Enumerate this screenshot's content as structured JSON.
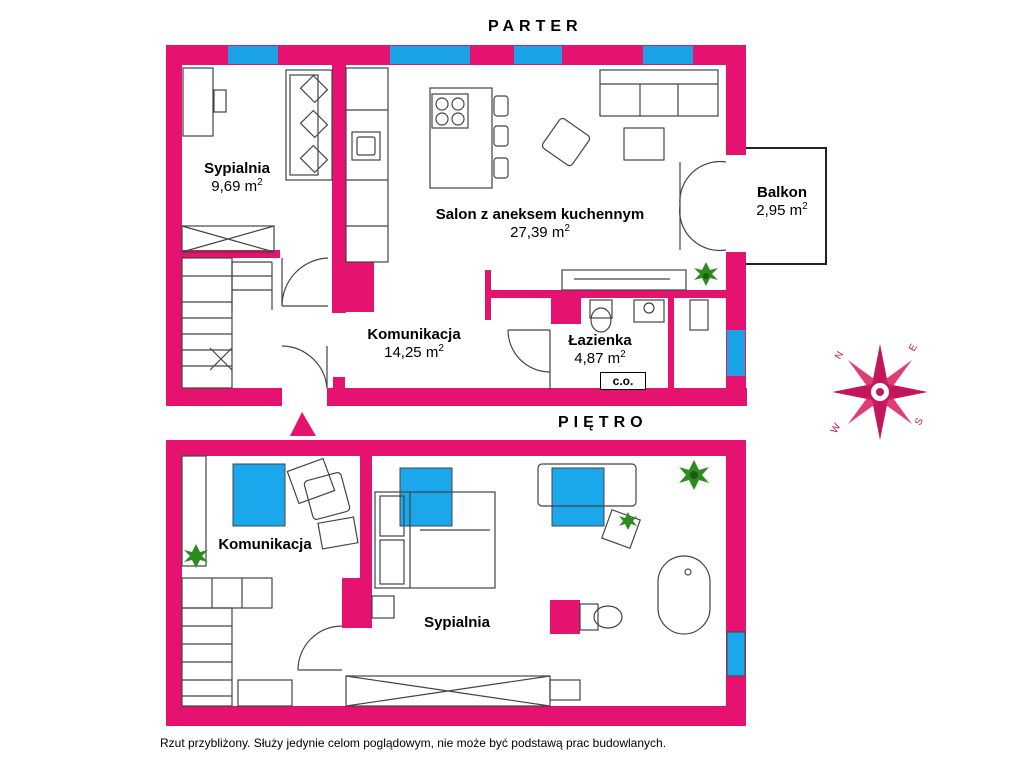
{
  "titles": {
    "ground_floor": "PARTER",
    "upper_floor": "PIĘTRO"
  },
  "rooms": {
    "sypialnia_parter": {
      "name": "Sypialnia",
      "area": "9,69 m",
      "unit_sup": "2"
    },
    "salon": {
      "name": "Salon z aneksem kuchennym",
      "area": "27,39 m",
      "unit_sup": "2"
    },
    "balkon": {
      "name": "Balkon",
      "area": "2,95 m",
      "unit_sup": "2"
    },
    "komunikacja_parter": {
      "name": "Komunikacja",
      "area": "14,25 m",
      "unit_sup": "2"
    },
    "lazienka": {
      "name": "Łazienka",
      "area": "4,87 m",
      "unit_sup": "2"
    },
    "komunikacja_pietro": {
      "name": "Komunikacja"
    },
    "sypialnia_pietro": {
      "name": "Sypialnia"
    }
  },
  "co_label": "c.o.",
  "compass": {
    "n": "N",
    "e": "E",
    "s": "S",
    "w": "W"
  },
  "caption": "Rzut przybliżony. Służy jedynie celom poglądowym, nie może być podstawą prac budowlanych.",
  "colors": {
    "wall": "#e5126f",
    "window": "#1ba3e8",
    "window_upper": "#1aa7ec",
    "line": "#333333",
    "plant": "#2e8b1f"
  }
}
